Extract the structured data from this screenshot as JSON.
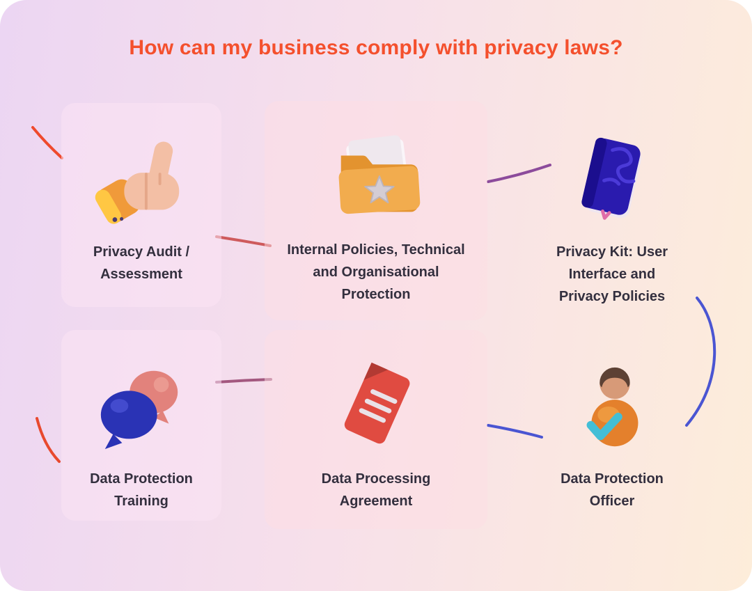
{
  "page": {
    "title": "How can my business comply with privacy laws?"
  },
  "cards": [
    {
      "icon": "thumbs-up-icon",
      "label": "Privacy Audit /\nAssessment"
    },
    {
      "icon": "folder-star-icon",
      "label": "Internal Policies, Technical\nand Organisational\nProtection"
    },
    {
      "icon": "privacy-notebook-icon",
      "label": "Privacy Kit: User\nInterface and\nPrivacy Policies"
    },
    {
      "icon": "speech-bubbles-icon",
      "label": "Data Protection\nTraining"
    },
    {
      "icon": "agreement-document-icon",
      "label": "Data Processing\nAgreement"
    },
    {
      "icon": "officer-person-icon",
      "label": "Data Protection\nOfficer"
    }
  ],
  "colors": {
    "title": "#F4502D",
    "label_text": "#332F3E",
    "background_left": "#ECD6F3",
    "background_right": "#FDEDDA",
    "connector_red": "#EF4A2D",
    "connector_rose": "#CE5A5C",
    "connector_purple": "#8C4B9B",
    "connector_mauve": "#A3587F",
    "connector_blue": "#4A55D2"
  }
}
